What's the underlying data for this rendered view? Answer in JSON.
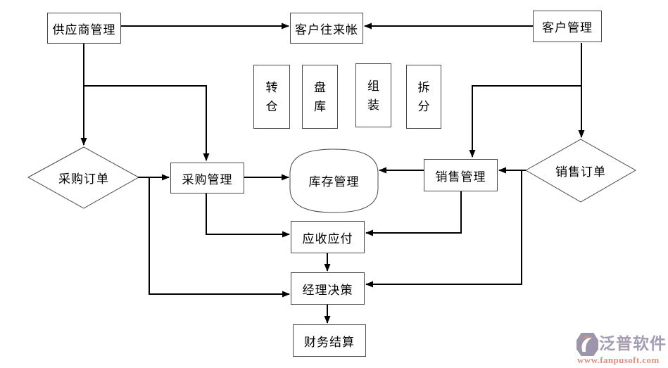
{
  "diagram": {
    "nodes": {
      "supplier_mgmt": {
        "label": "供应商管理",
        "type": "process"
      },
      "customer_account": {
        "label": "客户往来帐",
        "type": "process"
      },
      "customer_mgmt": {
        "label": "客户管理",
        "type": "process"
      },
      "transfer_warehouse": {
        "label": "转仓",
        "type": "process-vertical"
      },
      "stock_check": {
        "label": "盘库",
        "type": "process-vertical"
      },
      "assembly": {
        "label": "组装",
        "type": "process-vertical"
      },
      "disassembly": {
        "label": "拆分",
        "type": "process-vertical"
      },
      "purchase_order": {
        "label": "采购订单",
        "type": "decision"
      },
      "purchase_mgmt": {
        "label": "采购管理",
        "type": "process"
      },
      "inventory_mgmt": {
        "label": "库存管理",
        "type": "storage"
      },
      "sales_mgmt": {
        "label": "销售管理",
        "type": "process"
      },
      "sales_order": {
        "label": "销售订单",
        "type": "decision"
      },
      "receivable_payable": {
        "label": "应收应付",
        "type": "process"
      },
      "manager_decision": {
        "label": "经理决策",
        "type": "process"
      },
      "financial_settlement": {
        "label": "财务结算",
        "type": "process"
      }
    },
    "edges": [
      {
        "from": "supplier_mgmt",
        "to": "customer_account"
      },
      {
        "from": "customer_mgmt",
        "to": "customer_account"
      },
      {
        "from": "supplier_mgmt",
        "to": "purchase_order"
      },
      {
        "from": "supplier_mgmt",
        "to": "purchase_mgmt"
      },
      {
        "from": "customer_mgmt",
        "to": "sales_order"
      },
      {
        "from": "customer_mgmt",
        "to": "sales_mgmt"
      },
      {
        "from": "purchase_order",
        "to": "purchase_mgmt"
      },
      {
        "from": "purchase_order",
        "to": "manager_decision"
      },
      {
        "from": "purchase_mgmt",
        "to": "inventory_mgmt"
      },
      {
        "from": "sales_order",
        "to": "sales_mgmt"
      },
      {
        "from": "sales_order",
        "to": "manager_decision"
      },
      {
        "from": "sales_mgmt",
        "to": "inventory_mgmt"
      },
      {
        "from": "purchase_mgmt",
        "to": "receivable_payable"
      },
      {
        "from": "sales_mgmt",
        "to": "receivable_payable"
      },
      {
        "from": "receivable_payable",
        "to": "manager_decision"
      },
      {
        "from": "manager_decision",
        "to": "financial_settlement"
      }
    ],
    "line_color": "#000000",
    "shape_border_color": "#4b4b4b"
  },
  "watermark": {
    "brand": "泛普软件",
    "url": "www.fanpusoft.com",
    "brand_color": "#a49db1",
    "url_color": "#e28d7d",
    "logo_color": "#9d95aa"
  }
}
